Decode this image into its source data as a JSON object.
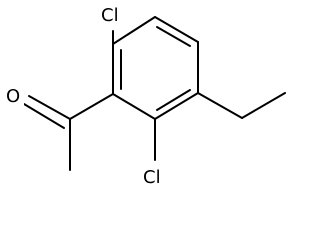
{
  "molecule": {
    "atoms": {
      "cl_top": "Cl",
      "cl_bottom": "Cl",
      "oxygen": "O"
    }
  }
}
